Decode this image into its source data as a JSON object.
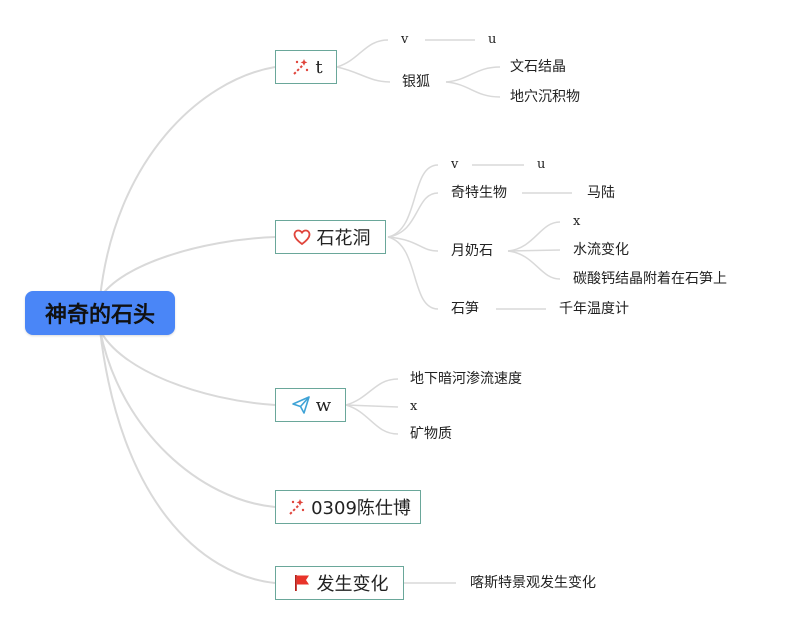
{
  "root": {
    "label": "神奇的石头"
  },
  "branches": [
    {
      "label": "t",
      "icon": "magic-wand-icon",
      "children": [
        {
          "label": "v",
          "children": [
            {
              "label": "u"
            }
          ]
        },
        {
          "label": "银狐",
          "children": [
            {
              "label": "文石结晶"
            },
            {
              "label": "地穴沉积物"
            }
          ]
        }
      ]
    },
    {
      "label": "石花洞",
      "icon": "heart-icon",
      "children": [
        {
          "label": "v",
          "children": [
            {
              "label": "u"
            }
          ]
        },
        {
          "label": "奇特生物",
          "children": [
            {
              "label": "马陆"
            }
          ]
        },
        {
          "label": "月奶石",
          "children": [
            {
              "label": "x"
            },
            {
              "label": "水流变化"
            },
            {
              "label": "碳酸钙结晶附着在石笋上"
            }
          ]
        },
        {
          "label": "石笋",
          "children": [
            {
              "label": "千年温度计"
            }
          ]
        }
      ]
    },
    {
      "label": "w",
      "icon": "paper-plane-icon",
      "children": [
        {
          "label": "地下暗河渗流速度"
        },
        {
          "label": "x"
        },
        {
          "label": "矿物质"
        }
      ]
    },
    {
      "label": "0309陈仕博",
      "icon": "magic-wand-icon",
      "children": []
    },
    {
      "label": "发生变化",
      "icon": "red-flag-icon",
      "children": [
        {
          "label": "喀斯特景观发生变化"
        }
      ]
    }
  ],
  "colors": {
    "root_fill": "#4a86f7",
    "branch_border": "#6aa79a",
    "connector": "#d9d9d9",
    "heart_icon": "#e0453c",
    "plane_icon": "#3fa3d6",
    "flag_icon": "#e8332a",
    "wand_icon": "#e0453c"
  }
}
